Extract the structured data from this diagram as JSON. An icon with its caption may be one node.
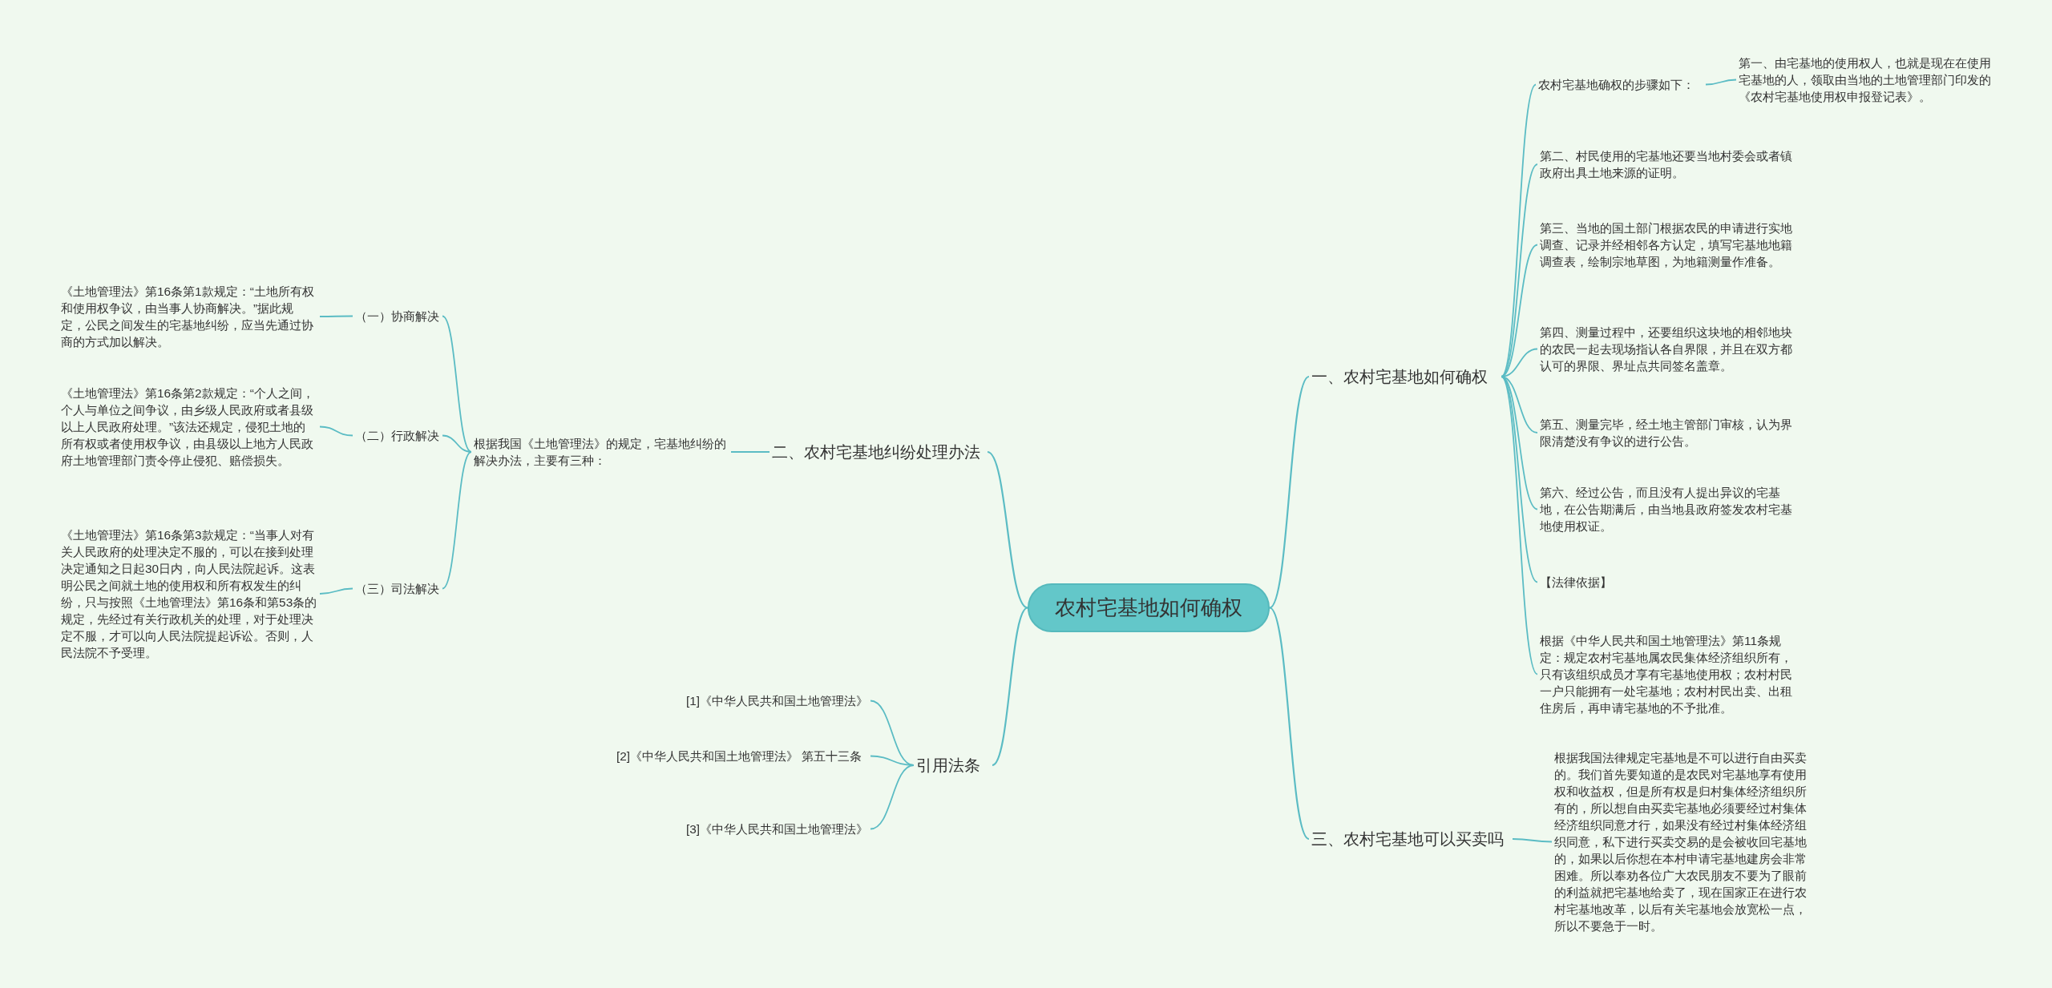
{
  "diagram": {
    "nodes": [
      {
        "text": [
          "农村宅基地如何确权"
        ]
      },
      {
        "text": [
          "一、农村宅基地如何确权"
        ]
      },
      {
        "text": [
          "农村宅基地确权的步骤如下："
        ]
      },
      {
        "text": [
          "第一、由宅基地的使用权人，也就是现在在使用宅基地的人，领取由当地的土地管理部门印发的《农村宅基地使用权申报登记表》。"
        ]
      },
      {
        "text": [
          "第二、村民使用的宅基地还要当地村委会或者镇政府出具土地来源的证明。"
        ]
      },
      {
        "text": [
          "第三、当地的国土部门根据农民的申请进行实地调查、记录并经相邻各方认定，填写宅基地地籍调查表，绘制宗地草图，为地籍测量作准备。"
        ]
      },
      {
        "text": [
          "第四、测量过程中，还要组织这块地的相邻地块的农民一起去现场指认各自界限，并且在双方都认可的界限、界址点共同签名盖章。"
        ]
      },
      {
        "text": [
          "第五、测量完毕，经土地主管部门审核，认为界限清楚没有争议的进行公告。"
        ]
      },
      {
        "text": [
          "第六、经过公告，而且没有人提出异议的宅基地，在公告期满后，由当地县政府签发农村宅基地使用权证。"
        ]
      },
      {
        "text": [
          "【法律依据】"
        ]
      },
      {
        "text": [
          "根据《中华人民共和国土地管理法》第11条规定：规定农村宅基地属农民集体经济组织所有，只有该组织成员才享有宅基地使用权；农村村民一户只能拥有一处宅基地；农村村民出卖、出租住房后，再申请宅基地的不予批准。"
        ]
      },
      {
        "text": [
          "二、农村宅基地纠纷处理办法"
        ]
      },
      {
        "text": [
          "根据我国《土地管理法》的规定，宅基地纠纷的解决办法，主要有三种："
        ]
      },
      {
        "text": [
          "（一）协商解决"
        ]
      },
      {
        "text": [
          "《土地管理法》第16条第1款规定：“土地所有权和使用权争议，由当事人协商解决。”据此规定，公民之间发生的宅基地纠纷，应当先通过协商的方式加以解决。"
        ]
      },
      {
        "text": [
          "（二）行政解决"
        ]
      },
      {
        "text": [
          "《土地管理法》第16条第2款规定：“个人之间，个人与单位之间争议，由乡级人民政府或者县级以上人民政府处理。”该法还规定，侵犯土地的所有权或者使用权争议，由县级以上地方人民政府土地管理部门责令停止侵犯、赔偿损失。"
        ]
      },
      {
        "text": [
          "（三）司法解决"
        ]
      },
      {
        "text": [
          "《土地管理法》第16条第3款规定：“当事人对有关人民政府的处理决定不服的，可以在接到处理决定通知之日起30日内，向人民法院起诉。这表明公民之间就土地的使用权和所有权发生的纠纷，只与按照《土地管理法》第16条和第53条的规定，先经过有关行政机关的处理，对于处理决定不服，才可以向人民法院提起诉讼。否则，人民法院不予受理。"
        ]
      },
      {
        "text": [
          "引用法条"
        ]
      },
      {
        "text": [
          "[1]《中华人民共和国土地管理法》"
        ]
      },
      {
        "text": [
          "[2]《中华人民共和国土地管理法》 第五十三条"
        ]
      },
      {
        "text": [
          "[3]《中华人民共和国土地管理法》"
        ]
      },
      {
        "text": [
          "三、农村宅基地可以买卖吗"
        ]
      },
      {
        "text": [
          "根据我国法律规定宅基地是不可以进行自由买卖的。我们首先要知道的是农民对宅基地享有使用权和收益权，但是所有权是归村集体经济组织所有的，所以想自由买卖宅基地必须要经过村集体经济组织同意才行，如果没有经过村集体经济组织同意，私下进行买卖交易的是会被收回宅基地的，如果以后你想在本村申请宅基地建房会非常困难。所以奉劝各位广大农民朋友不要为了眼前的利益就把宅基地给卖了，现在国家正在进行农村宅基地改革，以后有关宅基地会放宽松一点，所以不要急于一时。"
        ]
      }
    ],
    "edges": [
      {
        "from": 0,
        "to": 1,
        "arrow": "none"
      },
      {
        "from": 1,
        "to": 2,
        "arrow": "none"
      },
      {
        "from": 2,
        "to": 3,
        "arrow": "none"
      },
      {
        "from": 1,
        "to": 4,
        "arrow": "none"
      },
      {
        "from": 1,
        "to": 5,
        "arrow": "none"
      },
      {
        "from": 1,
        "to": 6,
        "arrow": "none"
      },
      {
        "from": 1,
        "to": 7,
        "arrow": "none"
      },
      {
        "from": 1,
        "to": 8,
        "arrow": "none"
      },
      {
        "from": 1,
        "to": 9,
        "arrow": "none"
      },
      {
        "from": 1,
        "to": 10,
        "arrow": "none"
      },
      {
        "from": 0,
        "to": 11,
        "arrow": "none"
      },
      {
        "from": 11,
        "to": 12,
        "arrow": "none"
      },
      {
        "from": 12,
        "to": 13,
        "arrow": "none"
      },
      {
        "from": 13,
        "to": 14,
        "arrow": "none"
      },
      {
        "from": 12,
        "to": 15,
        "arrow": "none"
      },
      {
        "from": 15,
        "to": 16,
        "arrow": "none"
      },
      {
        "from": 12,
        "to": 17,
        "arrow": "none"
      },
      {
        "from": 17,
        "to": 18,
        "arrow": "none"
      },
      {
        "from": 0,
        "to": 19,
        "arrow": "none"
      },
      {
        "from": 19,
        "to": 20,
        "arrow": "none"
      },
      {
        "from": 19,
        "to": 21,
        "arrow": "none"
      },
      {
        "from": 19,
        "to": 22,
        "arrow": "none"
      },
      {
        "from": 0,
        "to": 23,
        "arrow": "none"
      },
      {
        "from": 23,
        "to": 24,
        "arrow": "none"
      }
    ]
  }
}
